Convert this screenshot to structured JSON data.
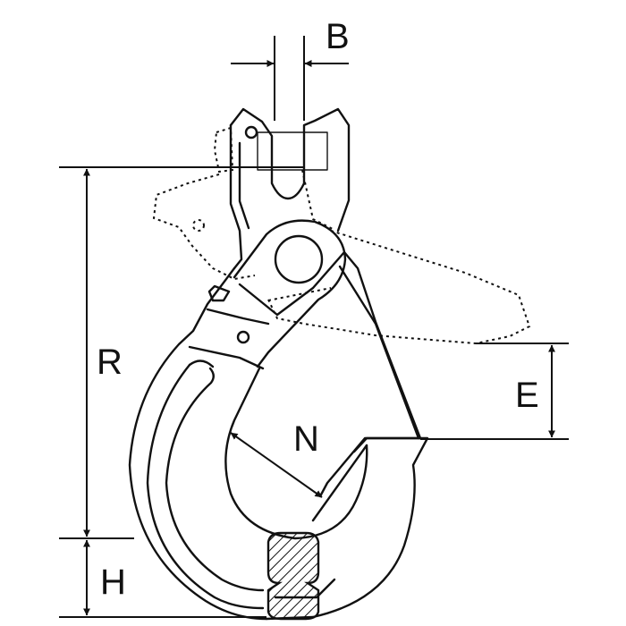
{
  "diagram": {
    "labels": {
      "b": "B",
      "r": "R",
      "e": "E",
      "n": "N",
      "h": "H"
    },
    "colors": {
      "stroke": "#111111",
      "background": "#ffffff"
    }
  }
}
